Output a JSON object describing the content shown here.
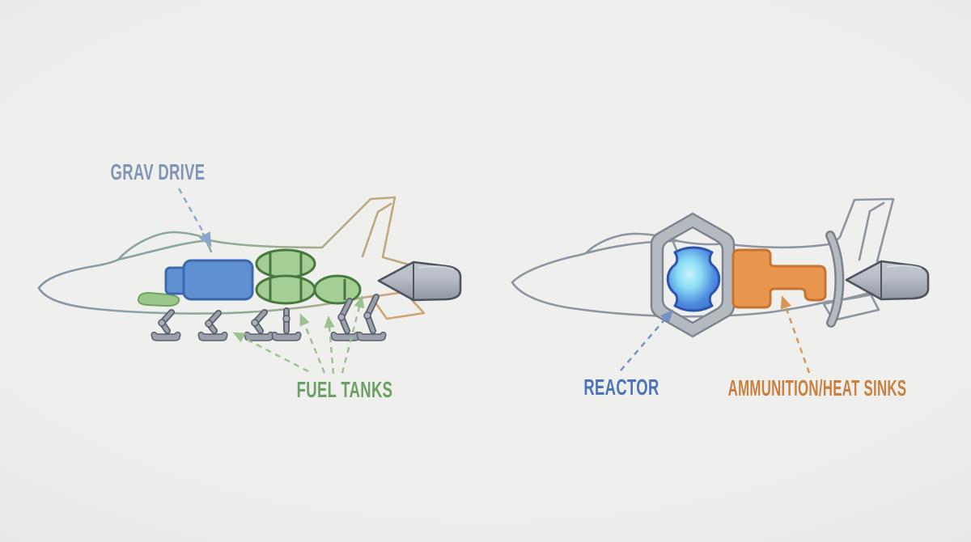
{
  "left_ship": {
    "labels": {
      "grav_drive": "GRAV DRIVE",
      "fuel_tanks": "FUEL TANKS"
    },
    "components": [
      "grav-drive-block",
      "fuel-tank-ovals",
      "fuel-tank-pod",
      "landing-gear",
      "engine-nozzle"
    ]
  },
  "right_ship": {
    "labels": {
      "reactor": "REACTOR",
      "ammo_heat_sinks": "AMMUNITION/HEAT SINKS"
    },
    "components": [
      "reactor-frame",
      "reactor-core",
      "ammo-heat-sink-block",
      "hull-arc",
      "engine-nozzle"
    ]
  },
  "colors": {
    "background": "#ecedeb",
    "grav_drive_fill": "#5e90d2",
    "grav_drive_stroke": "#3c68b0",
    "fuel_tank_fill": "#a5ce94",
    "fuel_tank_stroke": "#47793f",
    "teardrop_fill": "#9cc78a",
    "ammo_fill": "#e8964d",
    "ammo_stroke": "#c87331",
    "reactor_core_blue": "#4e8ade",
    "reactor_stroke": "#2d54ac",
    "hull_gray": "#8d95a0",
    "frame_gray": "#b5bac1",
    "gear_gray": "#9aa1ab",
    "label_grav_drive": "#8095b5",
    "label_fuel_tanks": "#6ba164",
    "label_reactor": "#4c74b6",
    "label_ammo": "#c8803f",
    "arrow_blue_left": "#8ba6ca",
    "arrow_green": "#9cc191",
    "arrow_blue_right": "#7490c6",
    "arrow_orange": "#d79659"
  }
}
